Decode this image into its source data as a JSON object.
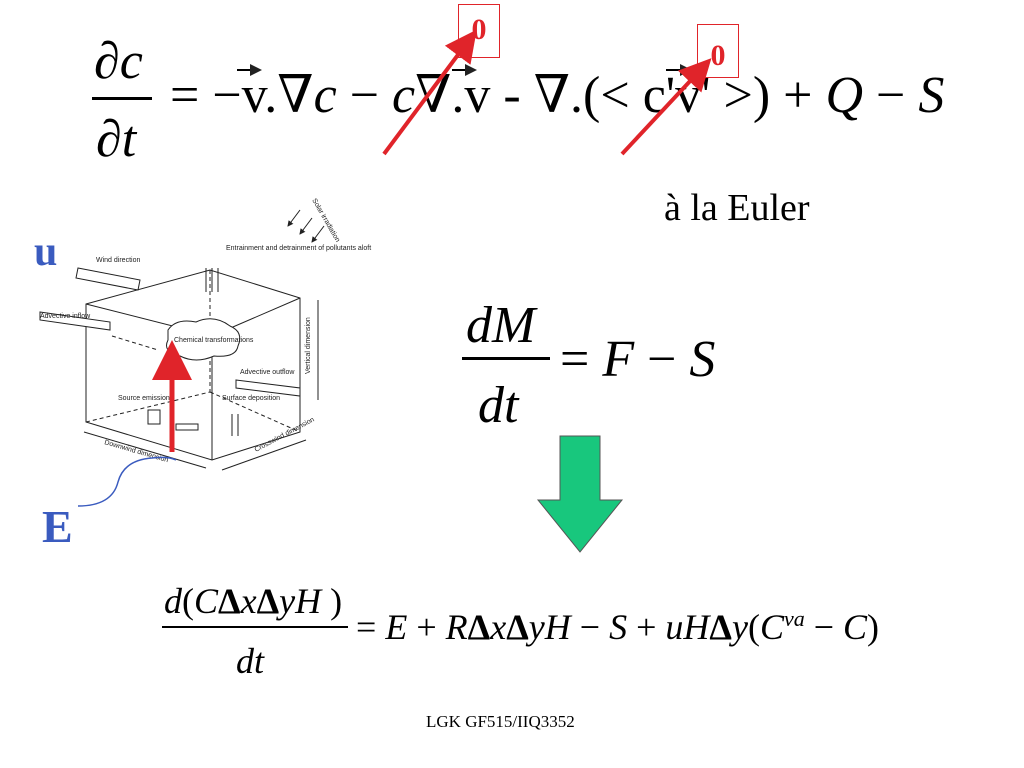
{
  "equation1": {
    "lhs_num": "∂c",
    "lhs_den": "∂t",
    "rhs_parts": [
      "= −",
      "v",
      ".∇",
      "c",
      " − ",
      "c",
      "∇.",
      "v",
      " - ∇.(< c'",
      "v'",
      " >) + ",
      "Q",
      " − ",
      "S"
    ],
    "zero_marks": [
      "0",
      "0"
    ]
  },
  "euler_label": "à la Euler",
  "label_u": "u",
  "label_E": "E",
  "equation2": {
    "num": "dM",
    "den": "dt",
    "rhs": [
      "= ",
      "F",
      " − ",
      "S"
    ]
  },
  "equation3": {
    "num_d": "d",
    "num_paren": "(",
    "num_C": "C",
    "num_delta1": "Δ",
    "num_x": "x",
    "num_delta2": "Δ",
    "num_y": "y",
    "num_H": "H",
    "num_close": " )",
    "den": "dt",
    "rhs_eq": "= ",
    "rhs_E": "E",
    "rhs_plus1": " + ",
    "rhs_R": "R",
    "rhs_dx": "Δ",
    "rhs_x": "x",
    "rhs_dy": "Δ",
    "rhs_yH": "yH",
    "rhs_minus": " − ",
    "rhs_S": "S",
    "rhs_plus2": " + ",
    "rhs_uH": "uH",
    "rhs_dy2": "Δ",
    "rhs_y": "y",
    "rhs_paren": "(",
    "rhs_C": "C",
    "rhs_sup": "va",
    "rhs_minusC": " − ",
    "rhs_C2": "C",
    "rhs_close": ")"
  },
  "diagram": {
    "labels": {
      "solar": "Solar irradiation",
      "entrainment": "Entrainment and detrainment of pollutants aloft",
      "wind": "Wind direction",
      "advective_inflow": "Advective inflow",
      "chemical": "Chemical transformations",
      "vertical": "Vertical dimension",
      "advective_outflow": "Advective outflow",
      "source": "Source emissions",
      "surface": "Surface deposition",
      "downwind": "Downwind dimension",
      "crosswind": "Crosswind dimension"
    }
  },
  "footer": "LGK GF515/IIQ3352",
  "colors": {
    "red": "#e0242a",
    "green": "#18c77d",
    "blue": "#3a5bbf"
  }
}
